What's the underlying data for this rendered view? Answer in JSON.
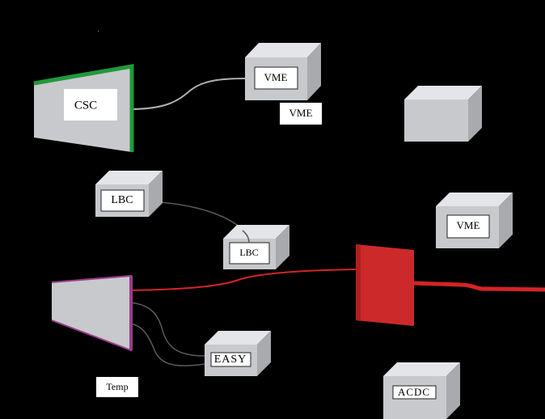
{
  "labels": {
    "csc": "CSC",
    "vme_top": "VME",
    "vme_caption": "VME",
    "lbc_upper": "LBC",
    "lbc_lower": "LBC",
    "vme_right": "VME",
    "easy": "EASY",
    "temp": "Temp",
    "acdc": "ACDC"
  },
  "colors": {
    "background": "#000000",
    "box_face": "#c8c9cc",
    "box_top": "#e4e5e8",
    "box_side": "#a9aaad",
    "csc_border": "#1f9a3a",
    "temp_border": "#9b3c8c",
    "red_panel": "#cc2a2a",
    "red_cable": "#d42424",
    "grey_cable": "#b0b0b0",
    "dark_cable": "#5a5a5a"
  }
}
